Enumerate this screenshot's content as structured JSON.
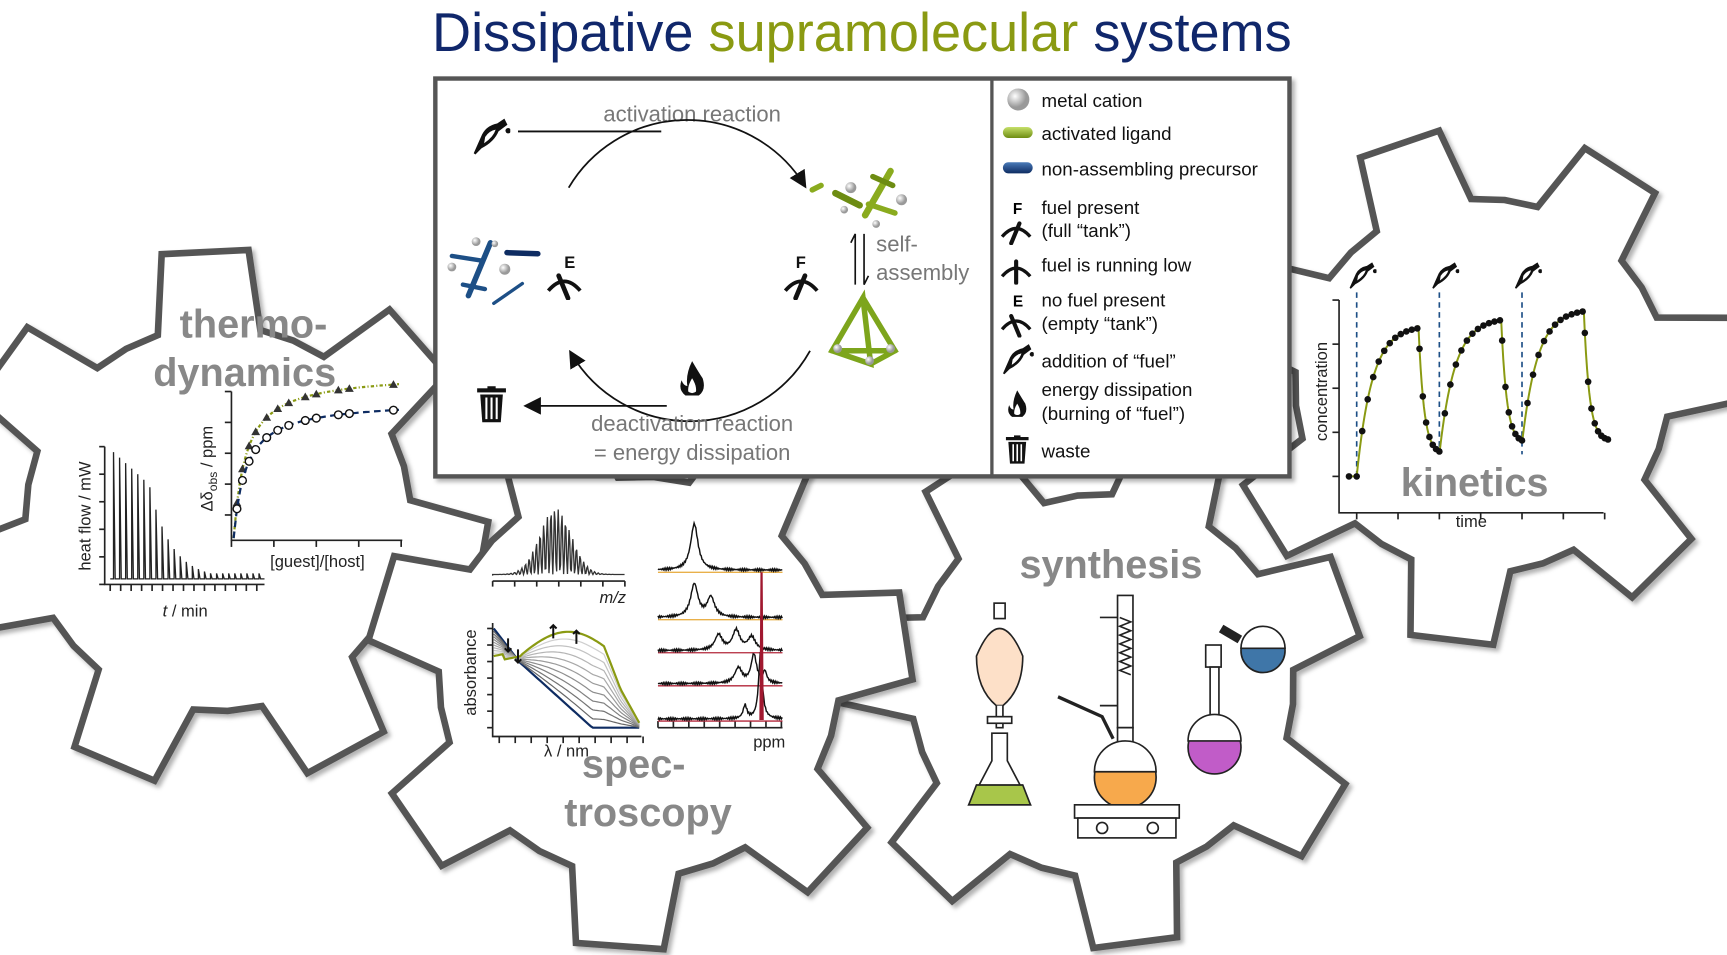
{
  "title": {
    "part1": "Dissipative",
    "part2": "supramolecular",
    "part3": "systems",
    "color1": "#10276b",
    "color2": "#8a9a12"
  },
  "cycle": {
    "activation": "activation reaction",
    "self_assembly_1": "self-",
    "self_assembly_2": "assembly",
    "deactivation_1": "deactivation reaction",
    "deactivation_2": "= energy dissipation",
    "gauge_full_letter": "F",
    "gauge_empty_letter": "E"
  },
  "legend": [
    {
      "icon": "metal-cation-icon",
      "line1": "metal cation"
    },
    {
      "icon": "activated-ligand-icon",
      "line1": "activated ligand"
    },
    {
      "icon": "precursor-icon",
      "line1": "non-assembling precursor"
    },
    {
      "icon": "fuel-full-icon",
      "line1": "fuel present",
      "line2": "(full “tank”)",
      "letter": "F"
    },
    {
      "icon": "fuel-low-icon",
      "line1": "fuel is running low"
    },
    {
      "icon": "fuel-empty-icon",
      "line1": "no fuel present",
      "line2": "(empty “tank”)",
      "letter": "E"
    },
    {
      "icon": "fuel-nozzle-icon",
      "line1": "addition of “fuel”"
    },
    {
      "icon": "flame-icon",
      "line1": "energy dissipation",
      "line2": "(burning of “fuel”)"
    },
    {
      "icon": "trash-icon",
      "line1": "waste"
    }
  ],
  "gears": {
    "thermo_1": "thermo-",
    "thermo_2": "dynamics",
    "spec_1": "spec-",
    "spec_2": "troscopy",
    "synthesis": "synthesis",
    "kinetics": "kinetics"
  },
  "thermo": {
    "itc_ylabel": "heat flow / mW",
    "itc_xlabel_t": "t",
    "itc_xlabel_rest": " / min",
    "titr_ylabel": "Δδ",
    "titr_ylabel_sub": "obs",
    "titr_ylabel_rest": " / ppm",
    "titr_xlabel": "[guest]/[host]"
  },
  "spectroscopy": {
    "ms_xlabel": "m/z",
    "uv_ylabel": "absorbance",
    "uv_xlabel": "λ / nm",
    "nmr_xlabel": "ppm"
  },
  "kinetics_chart": {
    "ylabel": "concentration",
    "xlabel": "time"
  }
}
